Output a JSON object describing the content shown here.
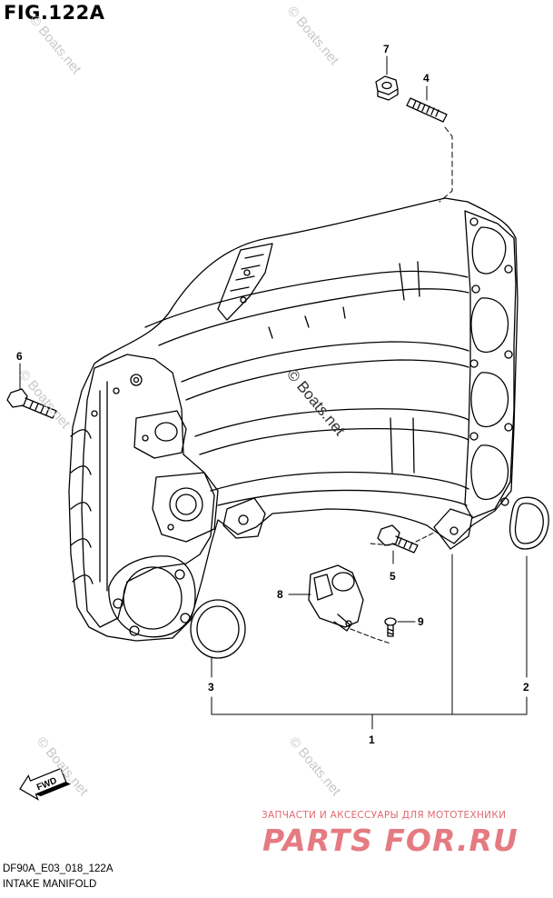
{
  "figure": {
    "title": "FIG.122A",
    "code": "DF90A_E03_018_122A",
    "caption": "INTAKE MANIFOLD"
  },
  "callouts": [
    "7",
    "4",
    "6",
    "5",
    "8",
    "9",
    "3",
    "2",
    "1"
  ],
  "direction_label": "FWD",
  "watermark": "© Boats.net",
  "brand": {
    "tagline": "ЗАПЧАСТИ И АКСЕССУАРЫ ДЛЯ МОТОТЕХНИКИ",
    "logo": "PARTS FOR.RU",
    "color": "#e57b82"
  },
  "colors": {
    "line": "#000000",
    "background": "#ffffff"
  }
}
